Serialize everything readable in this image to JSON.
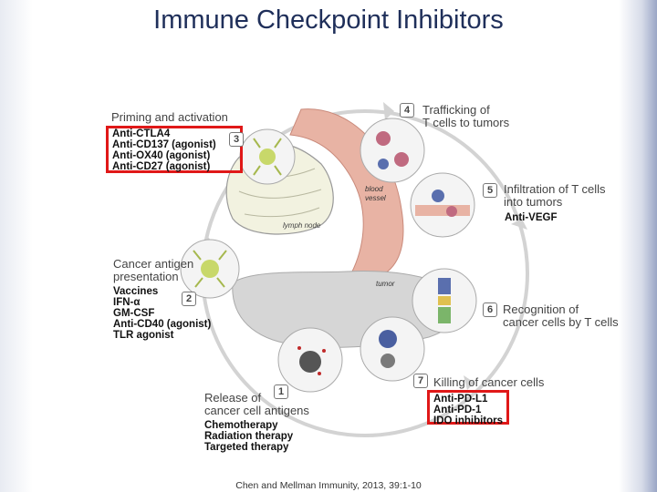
{
  "title": "Immune Checkpoint Inhibitors",
  "steps": {
    "s1": {
      "number": "1",
      "title_line1": "Release of",
      "title_line2": "cancer cell antigens",
      "drugs": [
        "Chemotherapy",
        "Radiation therapy",
        "Targeted therapy"
      ]
    },
    "s2": {
      "number": "2",
      "title_line1": "Cancer antigen",
      "title_line2": "presentation",
      "drugs": [
        "Vaccines",
        "IFN-α",
        "GM-CSF",
        "Anti-CD40 (agonist)",
        "TLR agonist"
      ]
    },
    "s3": {
      "number": "3",
      "title_line1": "Priming and activation",
      "drugs": [
        "Anti-CTLA4",
        "Anti-CD137 (agonist)",
        "Anti-OX40 (agonist)",
        "Anti-CD27 (agonist)"
      ]
    },
    "s4": {
      "number": "4",
      "title_line1": "Trafficking of",
      "title_line2": "T cells to tumors"
    },
    "s5": {
      "number": "5",
      "title_line1": "Infiltration of T cells",
      "title_line2": "into tumors",
      "drugs": [
        "Anti-VEGF"
      ]
    },
    "s6": {
      "number": "6",
      "title_line1": "Recognition of",
      "title_line2": "cancer cells by T cells"
    },
    "s7": {
      "number": "7",
      "title_line1": "Killing of cancer cells",
      "drugs": [
        "Anti-PD-L1",
        "Anti-PD-1",
        "IDO inhibitors"
      ]
    }
  },
  "diagram_labels": {
    "lymph_node": "lymph node",
    "blood_vessel_1": "blood",
    "blood_vessel_2": "vessel",
    "tumor": "tumor"
  },
  "citation": "Chen and Mellman Immunity, 2013, 39:1-10",
  "colors": {
    "title": "#1f2f5a",
    "highlight": "#e01818",
    "cycle_arrow": "#d3d3d3",
    "vessel": "#e8b3a4"
  }
}
